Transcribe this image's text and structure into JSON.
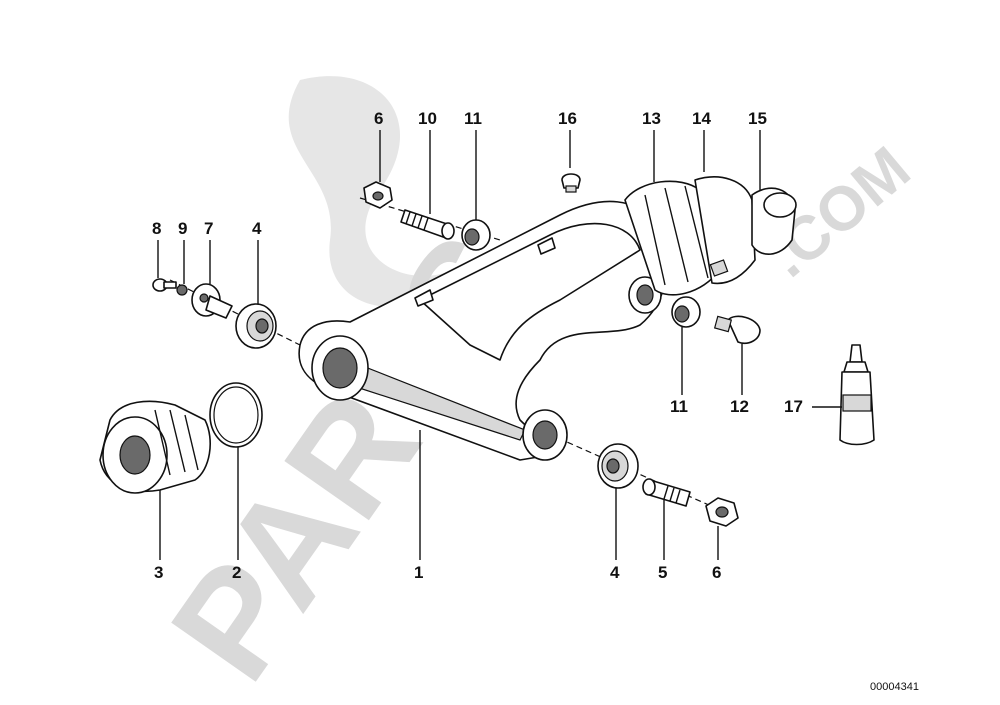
{
  "watermark": {
    "main": "PARTS",
    "suffix": ".COM",
    "color": "#d9d9d9"
  },
  "reference_code": "00004341",
  "callouts": [
    {
      "id": "c1",
      "label": "1"
    },
    {
      "id": "c2",
      "label": "2"
    },
    {
      "id": "c3",
      "label": "3"
    },
    {
      "id": "c4a",
      "label": "4"
    },
    {
      "id": "c4b",
      "label": "4"
    },
    {
      "id": "c5",
      "label": "5"
    },
    {
      "id": "c6a",
      "label": "6"
    },
    {
      "id": "c6b",
      "label": "6"
    },
    {
      "id": "c7",
      "label": "7"
    },
    {
      "id": "c8",
      "label": "8"
    },
    {
      "id": "c9",
      "label": "9"
    },
    {
      "id": "c10",
      "label": "10"
    },
    {
      "id": "c11a",
      "label": "11"
    },
    {
      "id": "c11b",
      "label": "11"
    },
    {
      "id": "c12",
      "label": "12"
    },
    {
      "id": "c13",
      "label": "13"
    },
    {
      "id": "c14",
      "label": "14"
    },
    {
      "id": "c15",
      "label": "15"
    },
    {
      "id": "c16",
      "label": "16"
    },
    {
      "id": "c17",
      "label": "17"
    }
  ]
}
